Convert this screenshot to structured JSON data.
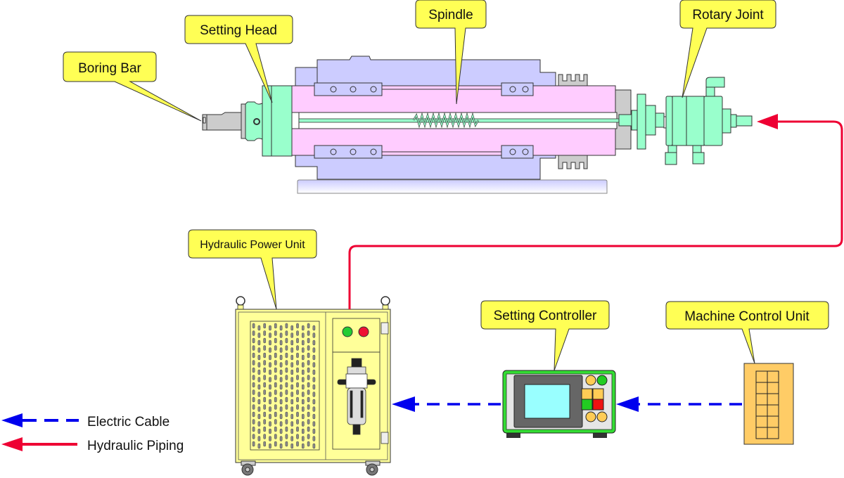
{
  "diagram": {
    "title": "Boring bar setting system layout",
    "callouts": {
      "boring_bar": "Boring Bar",
      "setting_head": "Setting Head",
      "spindle": "Spindle",
      "rotary_joint": "Rotary Joint",
      "hydraulic_power_unit": "Hydraulic Power Unit",
      "setting_controller": "Setting Controller",
      "machine_control_unit": "Machine Control Unit"
    },
    "legend": {
      "items": [
        {
          "label": "Electric Cable",
          "style": "dashed",
          "color": "#0000ee"
        },
        {
          "label": "Hydraulic Piping",
          "style": "solid",
          "color": "#ee0033"
        }
      ]
    },
    "connections": [
      {
        "from": "Machine Control Unit",
        "to": "Setting Controller",
        "type": "Electric Cable"
      },
      {
        "from": "Setting Controller",
        "to": "Hydraulic Power Unit",
        "type": "Electric Cable"
      },
      {
        "from": "Hydraulic Power Unit",
        "to": "Rotary Joint",
        "type": "Hydraulic Piping"
      }
    ],
    "colors": {
      "callout_fill": "#ffff55",
      "housing": "#ccccff",
      "spindle": "#ffccff",
      "mint": "#99ffcc",
      "gray": "#cccccc",
      "unit_fill": "#ffff99",
      "controller_frame": "#33dd33",
      "screen": "#99ffff",
      "mcu_fill": "#ffcc66",
      "electric": "#0000ee",
      "hydraulic": "#ee0033"
    }
  }
}
